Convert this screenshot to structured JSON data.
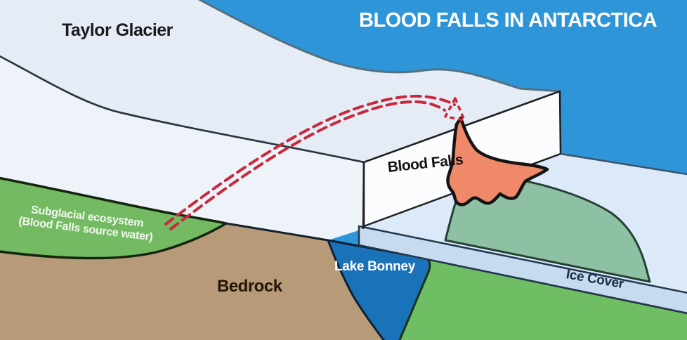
{
  "title": "BLOOD FALLS IN ANTARCTICA",
  "labels": {
    "glacier": "Taylor Glacier",
    "falls": "Blood Falls",
    "subglacial_line1": "Subglacial ecosystem",
    "subglacial_line2": "(Blood Falls source water)",
    "bedrock": "Bedrock",
    "lake": "Lake Bonney",
    "ice_cover": "Ice Cover"
  },
  "colors": {
    "sky": "#2e95d8",
    "title_text": "#ffffff",
    "glacier_top": "#e5ecf6",
    "glacier_side_face": "#eef3fa",
    "glacier_end_face": "#fbfcfe",
    "lake_ice_surface": "#dce9f8",
    "ice_cover_band": "#c6dbf0",
    "brine_fan": "#8ec0a3",
    "blood_falls": "#f0896a",
    "subglacial_water": "#73ba62",
    "lake_water": "#6fbe63",
    "lake_bonney": "#1a72b8",
    "bedrock": "#b79b79",
    "flow_arrow": "#c8293c",
    "outline": "#1a1a1a"
  }
}
